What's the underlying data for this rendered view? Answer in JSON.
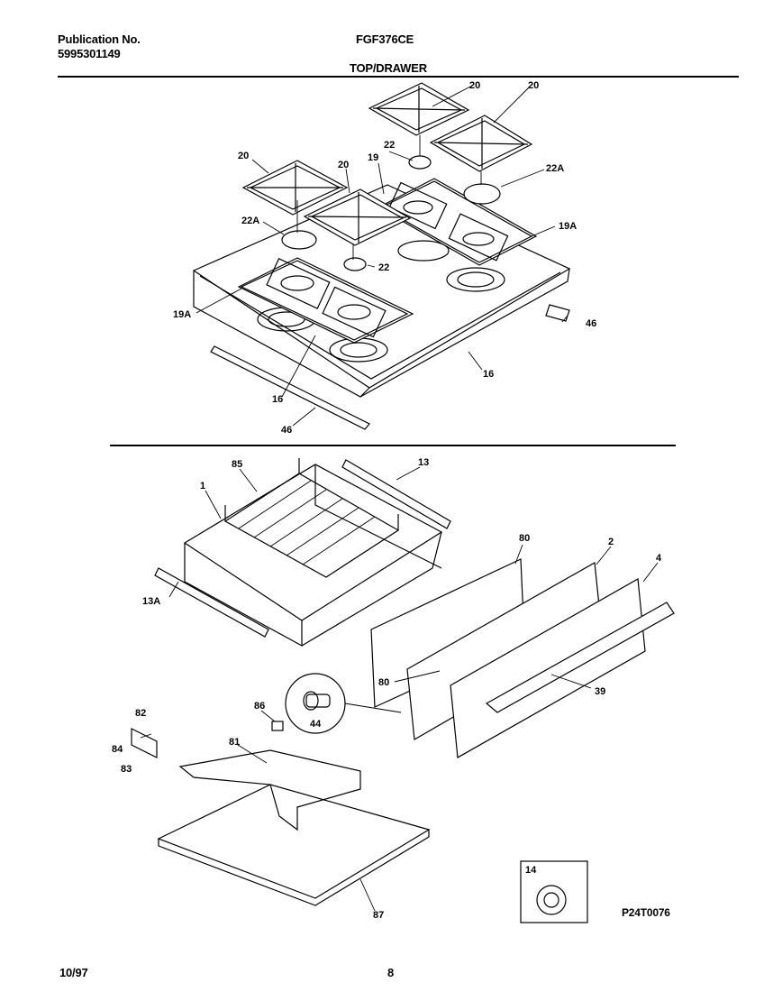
{
  "header": {
    "publication_label": "Publication No.",
    "publication_number": "5995301149",
    "model": "FGF376CE",
    "section": "TOP/DRAWER"
  },
  "footer": {
    "date": "10/97",
    "page": "8",
    "drawing_id": "P24T0076"
  },
  "callouts": {
    "c20a": "20",
    "c20b": "20",
    "c20c": "20",
    "c20d": "20",
    "c22a": "22",
    "c22b": "22",
    "c22Aa": "22A",
    "c22Ab": "22A",
    "c19": "19",
    "c19Aa": "19A",
    "c19Ab": "19A",
    "c46a": "46",
    "c46b": "46",
    "c16a": "16",
    "c16b": "16",
    "c85": "85",
    "c1": "1",
    "c13": "13",
    "c13A": "13A",
    "c80a": "80",
    "c80b": "80",
    "c2": "2",
    "c4": "4",
    "c39": "39",
    "c86": "86",
    "c44": "44",
    "c81": "81",
    "c82": "82",
    "c84": "84",
    "c83": "83",
    "c87": "87",
    "c14": "14"
  }
}
